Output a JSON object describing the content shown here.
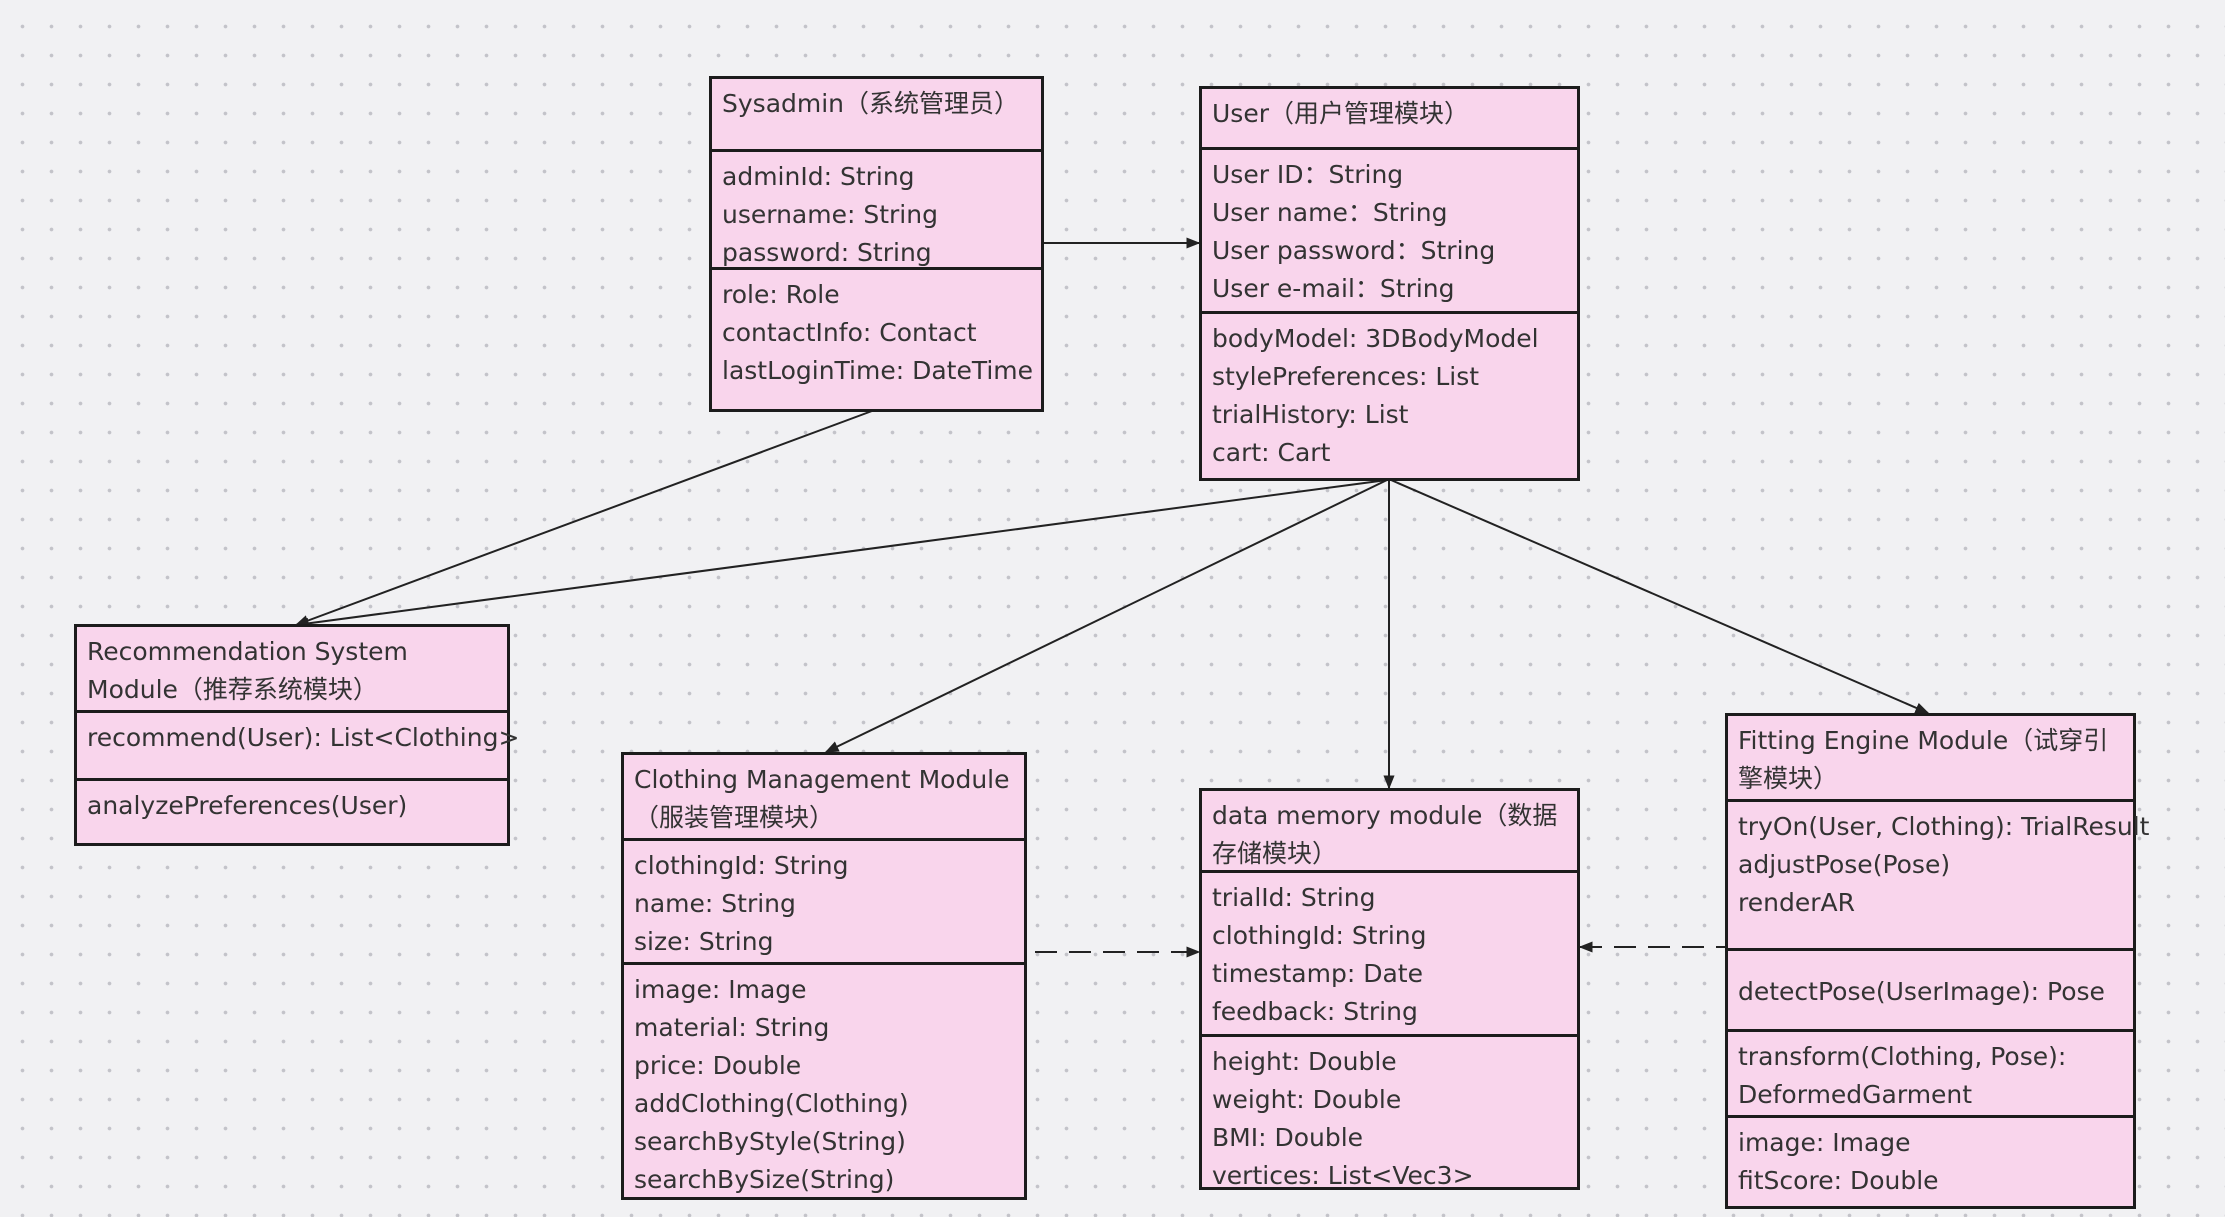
{
  "classes": {
    "sysadmin": {
      "title": "Sysadmin（系统管理员）",
      "fields": [
        "adminId: String",
        "username: String",
        "password: String"
      ],
      "extra": [
        "role: Role",
        "contactInfo: Contact",
        "lastLoginTime: DateTime"
      ]
    },
    "user": {
      "title": "User（用户管理模块）",
      "fields": [
        "User ID：String",
        "User name：String",
        "User password：String",
        "User e-mail：String"
      ],
      "extra": [
        "bodyModel: 3DBodyModel",
        "stylePreferences: List",
        "trialHistory: List",
        "cart: Cart"
      ]
    },
    "recommendation": {
      "title": "Recommendation System Module（推荐系统模块）",
      "method1": "recommend(User): List<Clothing>",
      "method2": "analyzePreferences(User)"
    },
    "clothing": {
      "title": "Clothing Management Module（服装管理模块）",
      "fields": [
        "clothingId: String",
        "name: String",
        "size: String"
      ],
      "extra": [
        "image: Image",
        "material: String",
        "price: Double",
        "addClothing(Clothing)",
        "searchByStyle(String)",
        "searchBySize(String)"
      ]
    },
    "memory": {
      "title": "data memory module（数据存储模块）",
      "fields": [
        "trialId: String",
        "clothingId: String",
        "timestamp: Date",
        "feedback: String"
      ],
      "extra": [
        "height: Double",
        "weight: Double",
        "BMI: Double",
        "vertices: List<Vec3>"
      ]
    },
    "fitting": {
      "title": "Fitting Engine Module（试穿引擎模块）",
      "methods": [
        "tryOn(User, Clothing): TrialResult",
        "adjustPose(Pose)",
        "renderAR"
      ],
      "detect": "detectPose(UserImage): Pose",
      "transform": [
        "transform(Clothing, Pose):",
        "DeformedGarment"
      ],
      "extra": [
        "image: Image",
        "fitScore: Double"
      ]
    }
  },
  "colors": {
    "box_fill": "#f9d5ec",
    "border": "#1c1c1c",
    "text": "#333333",
    "connector": "#222222"
  }
}
